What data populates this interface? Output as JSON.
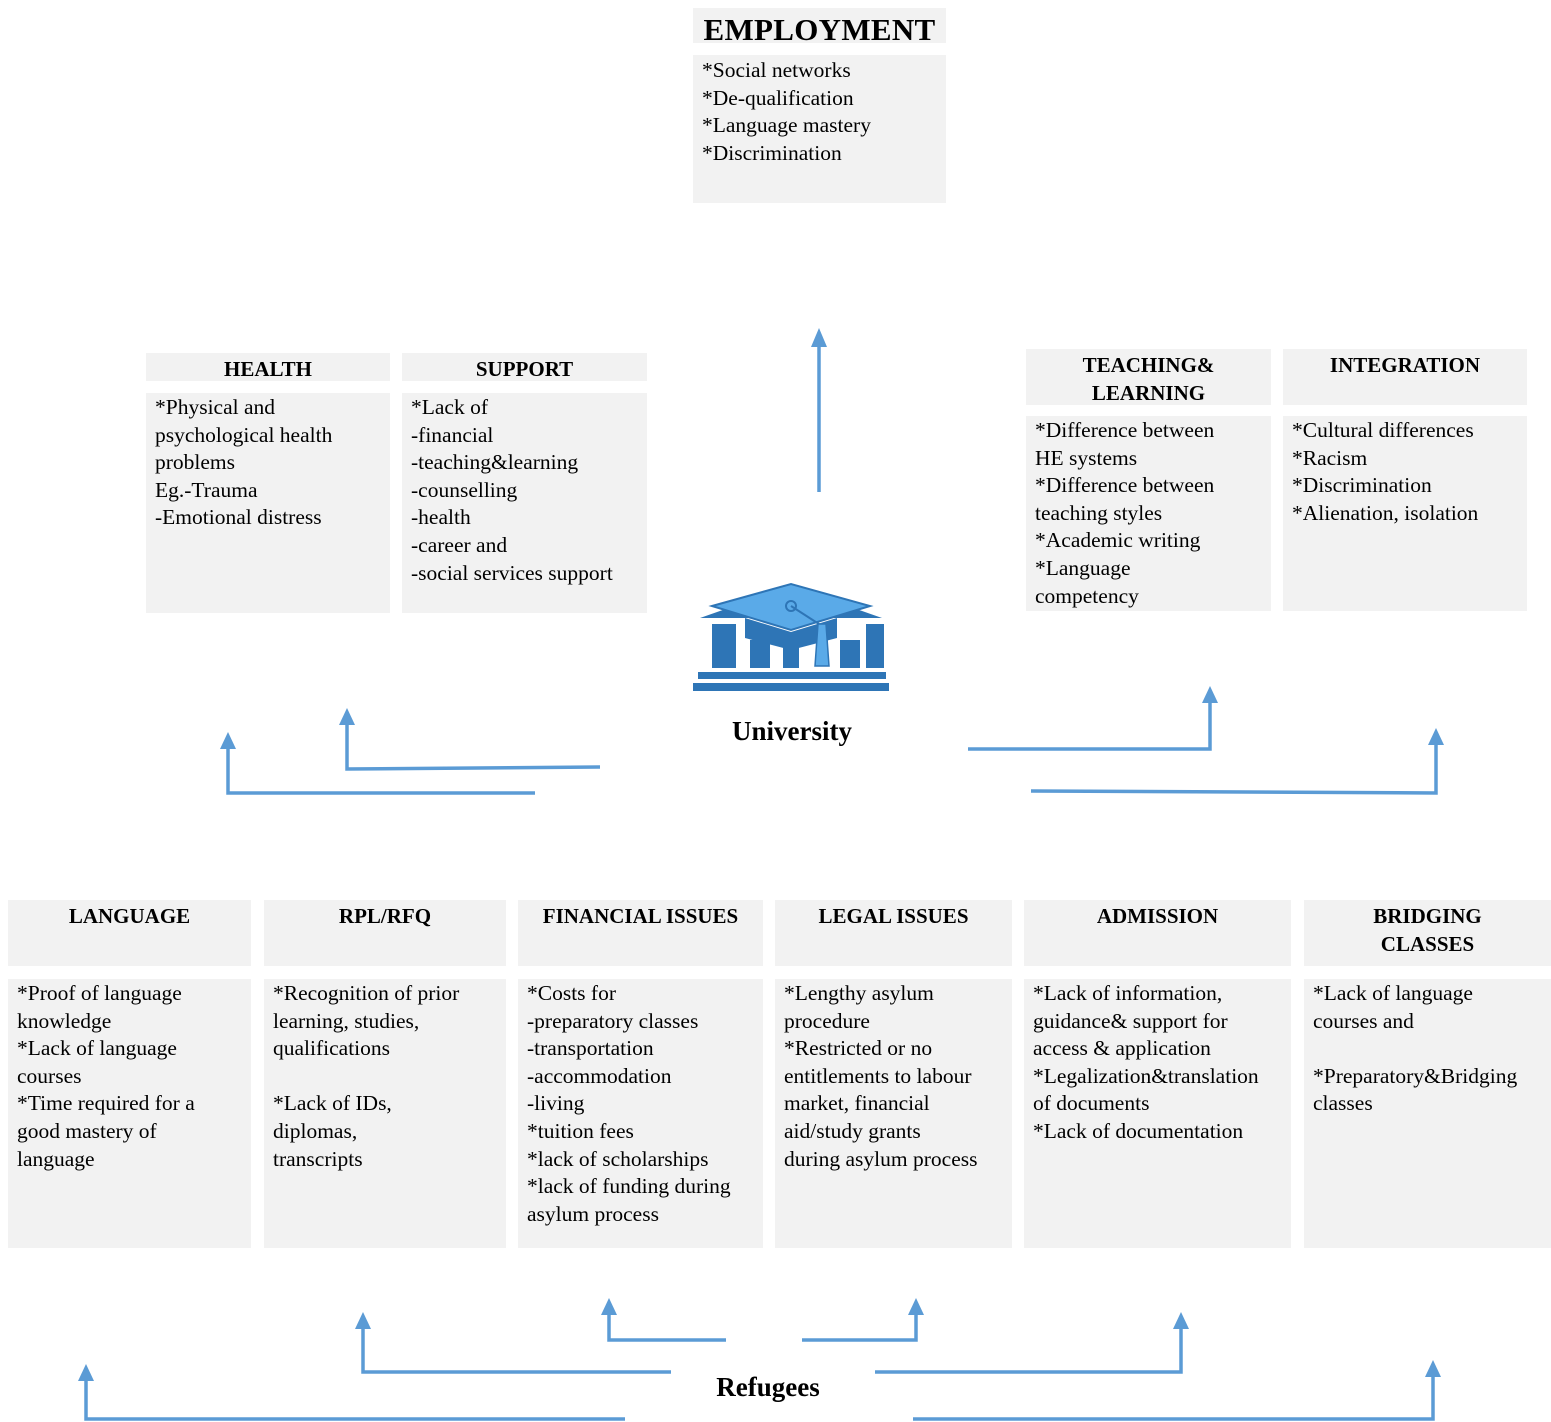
{
  "employment": {
    "title": "EMPLOYMENT",
    "body": "*Social networks\n*De-qualification\n*Language mastery\n*Discrimination"
  },
  "middle": [
    {
      "title": "HEALTH",
      "body": "*Physical and\npsychological health\nproblems\nEg.-Trauma\n-Emotional distress"
    },
    {
      "title": "SUPPORT",
      "body": "*Lack of\n-financial\n-teaching&learning\n-counselling\n-health\n-career and\n-social services support"
    },
    {
      "title": "TEACHING&\nLEARNING",
      "body": "*Difference between\nHE systems\n*Difference between\nteaching styles\n*Academic writing\n*Language\ncompetency"
    },
    {
      "title": "INTEGRATION",
      "body": "*Cultural differences\n*Racism\n*Discrimination\n*Alienation, isolation"
    }
  ],
  "university_label": "University",
  "bottom": [
    {
      "title": "LANGUAGE",
      "body": "*Proof of language\nknowledge\n*Lack of language\ncourses\n*Time required for a\ngood mastery of\nlanguage"
    },
    {
      "title": "RPL/RFQ",
      "body": "*Recognition of prior\nlearning, studies,\nqualifications\n\n*Lack of IDs,\ndiplomas,\ntranscripts"
    },
    {
      "title": "FINANCIAL ISSUES",
      "body": "*Costs for\n-preparatory classes\n-transportation\n-accommodation\n-living\n*tuition fees\n*lack of scholarships\n*lack of funding during\nasylum process"
    },
    {
      "title": "LEGAL ISSUES",
      "body": "*Lengthy asylum\nprocedure\n*Restricted or no\nentitlements to labour\nmarket, financial\naid/study grants\nduring asylum process"
    },
    {
      "title": "ADMISSION",
      "body": "*Lack of information,\nguidance& support for\naccess & application\n*Legalization&translation\nof documents\n*Lack of documentation"
    },
    {
      "title": "BRIDGING\nCLASSES",
      "body": "*Lack of language\ncourses and\n\n*Preparatory&Bridging\nclasses"
    }
  ],
  "refugees_label": "Refugees",
  "colors": {
    "box": "#f2f2f2",
    "arrow": "#5b9bd5",
    "icon": "#2e75b6",
    "icon_light": "#5aaae8"
  }
}
